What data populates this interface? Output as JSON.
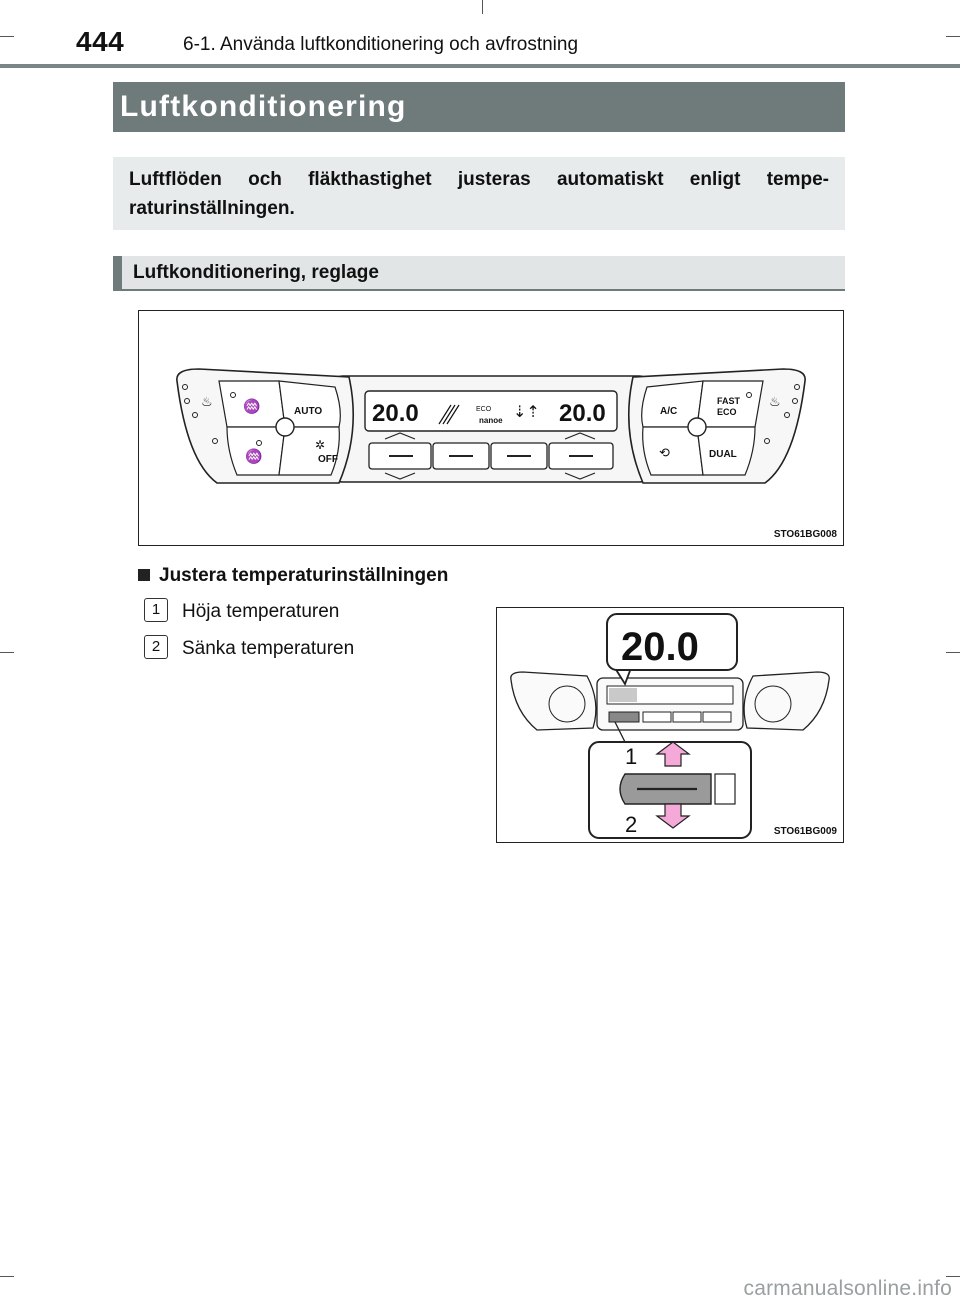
{
  "header": {
    "page_number": "444",
    "chapter": "6-1. Använda luftkonditionering och avfrostning"
  },
  "title": "Luftkonditionering",
  "intro": "Luftflöden och fläkthastighet justeras automatiskt enligt tempe-raturinställningen.",
  "section": {
    "heading": "Luftkonditionering, reglage"
  },
  "figure1": {
    "code": "STO61BG008",
    "labels": {
      "auto": "AUTO",
      "off": "OFF",
      "ac": "A/C",
      "fast": "FAST",
      "eco": "ECO",
      "dual": "DUAL",
      "temp_left": "20.0",
      "temp_right": "20.0",
      "display_eco": "ECO",
      "nanoe": "nanoe"
    }
  },
  "subsection": {
    "heading": "Justera temperaturinställningen",
    "steps": [
      {
        "num": "1",
        "text": "Höja temperaturen"
      },
      {
        "num": "2",
        "text": "Sänka temperaturen"
      }
    ]
  },
  "figure2": {
    "code": "STO61BG009",
    "display_value": "20.0",
    "callout_1": "1",
    "callout_2": "2"
  },
  "watermark": "carmanualsonline.info",
  "colors": {
    "title_bar": "#6f7a7a",
    "intro_bg": "#e8ebeb",
    "arrow_pink": "#f5a9d8"
  }
}
